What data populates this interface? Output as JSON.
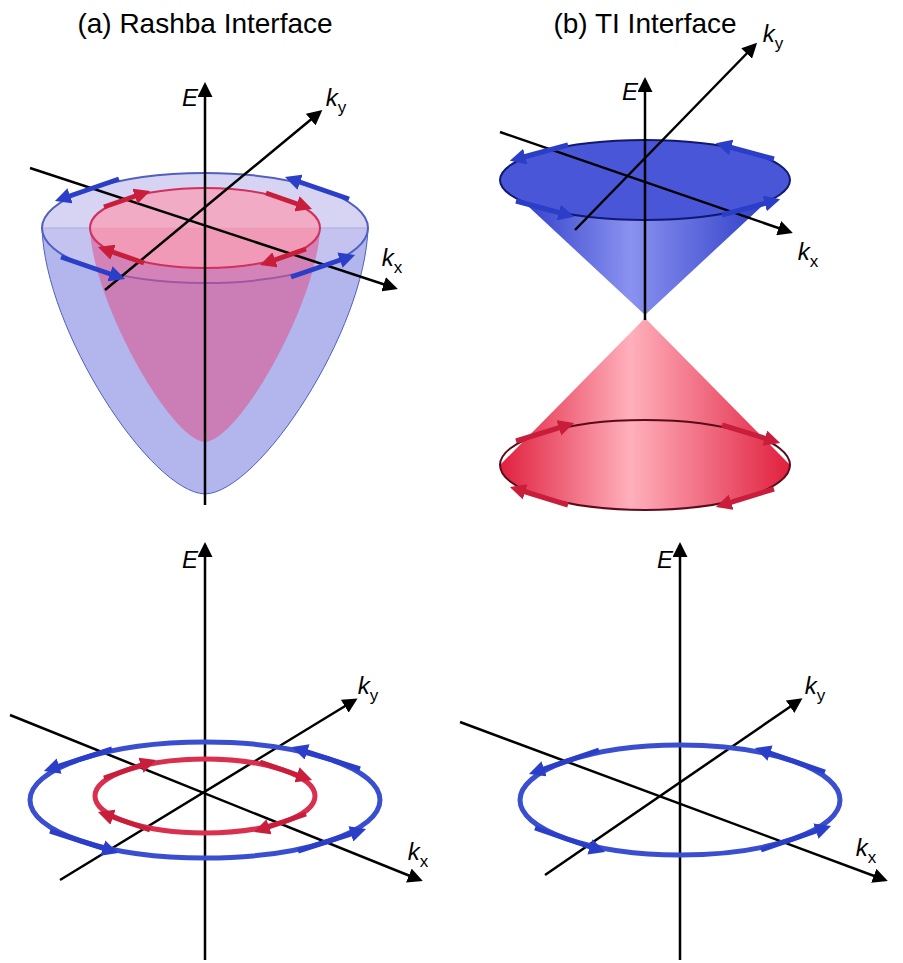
{
  "diagram": {
    "labels": [
      "(a) Rashba Interface",
      "(b) TI Interface",
      "E",
      "ky",
      "kx",
      "E",
      "ky",
      "kx",
      "E",
      "ky",
      "kx",
      "E",
      "ky",
      "kx"
    ]
  }
}
